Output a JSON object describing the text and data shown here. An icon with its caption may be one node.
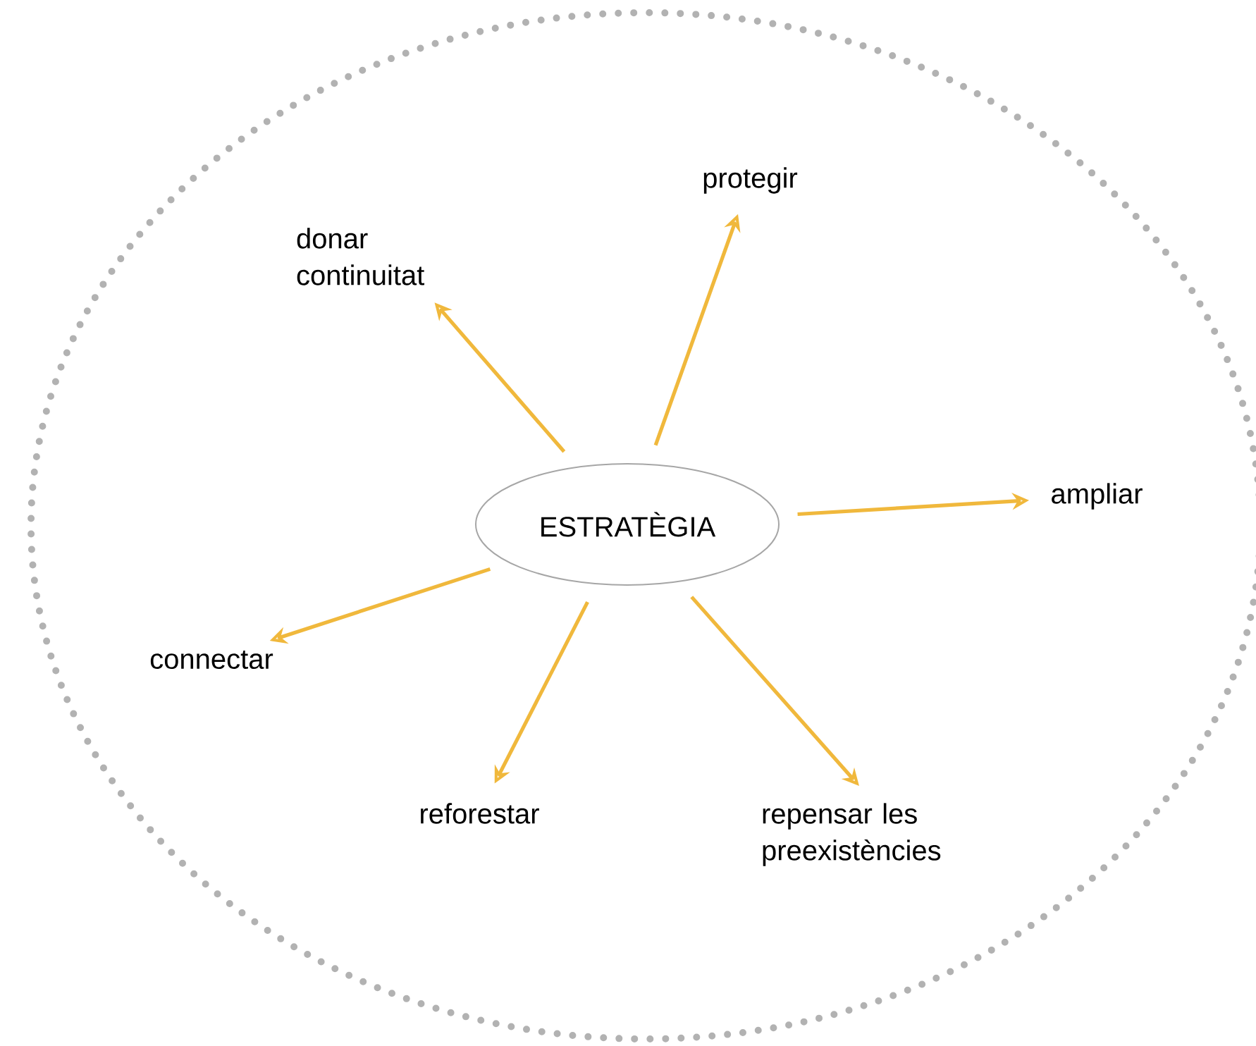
{
  "diagram": {
    "nodes": [
      {
        "text": [
          "ESTRATÈGIA"
        ]
      },
      {
        "text": [
          "donar continuitat"
        ]
      },
      {
        "text": [
          "protegir"
        ]
      },
      {
        "text": [
          "ampliar"
        ]
      },
      {
        "text": [
          "connectar"
        ]
      },
      {
        "text": [
          "reforestar"
        ]
      },
      {
        "text": [
          "repensar les preexistències"
        ]
      }
    ],
    "edges": [
      {
        "from": 0,
        "to": 1,
        "arrow": "to"
      },
      {
        "from": 0,
        "to": 2,
        "arrow": "to"
      },
      {
        "from": 0,
        "to": 3,
        "arrow": "to"
      },
      {
        "from": 0,
        "to": 4,
        "arrow": "to"
      },
      {
        "from": 0,
        "to": 5,
        "arrow": "to"
      },
      {
        "from": 0,
        "to": 6,
        "arrow": "to"
      }
    ]
  }
}
